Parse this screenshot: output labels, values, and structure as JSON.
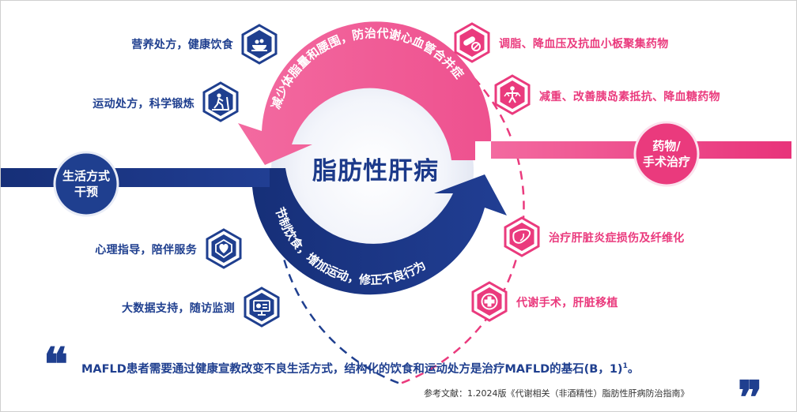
{
  "center_title": "脂肪性肝病",
  "left_hub": {
    "line1": "生活方式",
    "line2": "干预"
  },
  "right_hub": {
    "line1": "药物/",
    "line2": "手术治疗"
  },
  "top_arc_text": "减少体脂量和腰围，防治代谢心血管合并症",
  "bottom_arc_text": "节制饮食，增加运动，修正不良行为",
  "left_items": [
    {
      "label": "营养处方，健康饮食",
      "icon": "food-bowl-icon"
    },
    {
      "label": "运动处方，科学锻炼",
      "icon": "treadmill-icon"
    },
    {
      "label": "心理指导，陪伴服务",
      "icon": "heart-shield-icon"
    },
    {
      "label": "大数据支持，随访监测",
      "icon": "monitor-data-icon"
    }
  ],
  "right_items": [
    {
      "label": "调脂、降血压及抗血小板聚集药物",
      "icon": "pills-icon"
    },
    {
      "label": "减重、改善胰岛素抵抗、降血糖药物",
      "icon": "body-scale-icon"
    },
    {
      "label": "治疗肝脏炎症损伤及纤维化",
      "icon": "liver-icon"
    },
    {
      "label": "代谢手术，肝脏移植",
      "icon": "medical-cross-icon"
    }
  ],
  "quote_text": "MAFLD患者需要通过健康宣教改变不良生活方式，结构化的饮食和运动处方是治疗MAFLD的基石(B，1)",
  "quote_sup": "1",
  "quote_end": "。",
  "reference": "参考文献：1.2024版《代谢相关（非酒精性）脂肪性肝病防治指南》",
  "open_quote": "❝",
  "close_quote": "❞",
  "colors": {
    "navy": "#1f3f8f",
    "pink": "#ea3a7d"
  }
}
